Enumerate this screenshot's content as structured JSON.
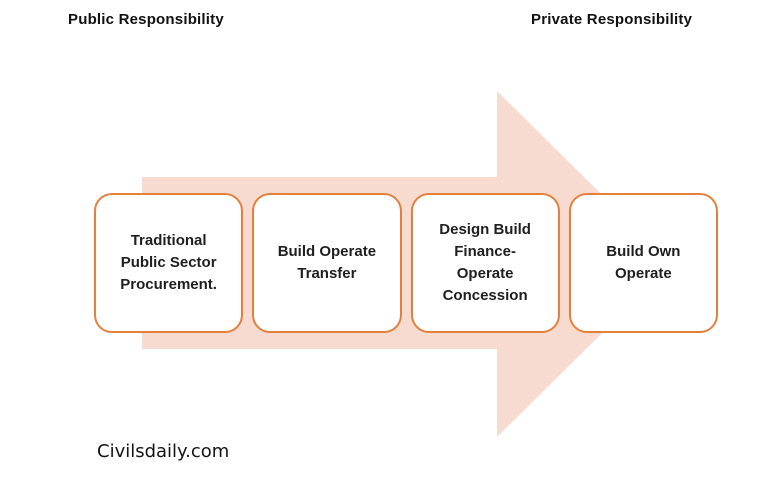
{
  "header": {
    "left_label": "Public Responsibility",
    "right_label": "Private Responsibility"
  },
  "arrow": {
    "description": "right-pointing block arrow spanning from public to private side",
    "fill": "#f8dbd0"
  },
  "stages": [
    {
      "label": [
        "Traditional",
        "Public Sector",
        "Procurement."
      ]
    },
    {
      "label": [
        "Build Operate",
        "Transfer"
      ]
    },
    {
      "label": [
        "Design Build",
        "Finance-",
        "Operate",
        "Concession"
      ]
    },
    {
      "label": [
        "Build Own",
        "Operate"
      ]
    }
  ],
  "footer": {
    "watermark": "Civilsdaily.com"
  },
  "colors": {
    "arrow_fill": "#f8dbd0",
    "box_border": "#e5803c",
    "box_fill": "#ffffff",
    "text": "#1f1f1f",
    "heading_text": "#111111"
  }
}
